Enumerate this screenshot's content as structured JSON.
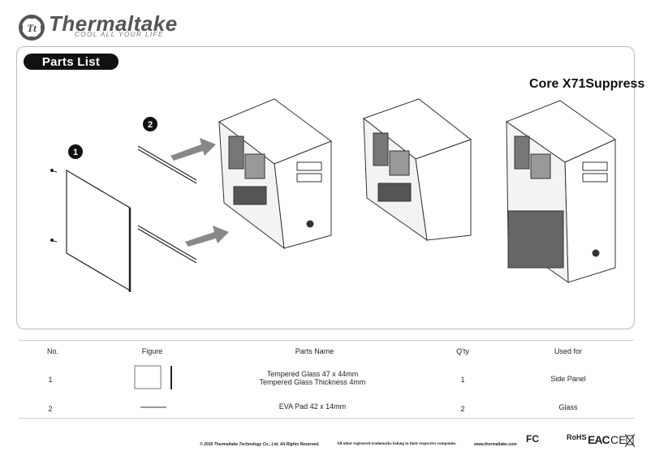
{
  "brand": {
    "name": "Thermaltake",
    "tagline": "COOL ALL YOUR LIFE",
    "logo_letters": "Tt"
  },
  "section_title": "Parts List",
  "model_name": "Core X71Suppress",
  "callouts": [
    "1",
    "2"
  ],
  "table": {
    "headers": [
      "No.",
      "Figure",
      "Parts Name",
      "Q'ty",
      "Used for"
    ],
    "rows": [
      {
        "no": "1",
        "figure": "glass-panel-icon",
        "name_line1": "Tempered Glass  47  x  44mm",
        "name_line2": "Tempered Glass Thickness 4mm",
        "qty": "1",
        "used_for": "Side Panel"
      },
      {
        "no": "2",
        "figure": "eva-pad-icon",
        "name_line1": "EVA Pad  42  x  14mm",
        "qty": "2",
        "used_for": "Glass"
      }
    ]
  },
  "footer": {
    "copyright": "© 2016 Thermaltake Technology Co., Ltd. All Rights Reserved.",
    "trademark": "All other registered trademarks belong to their respective companies.",
    "website": "www.thermaltake.com"
  },
  "certifications": {
    "fc": "FC",
    "rohs": "RoHS",
    "eac": "EAC",
    "ce": "CE"
  }
}
